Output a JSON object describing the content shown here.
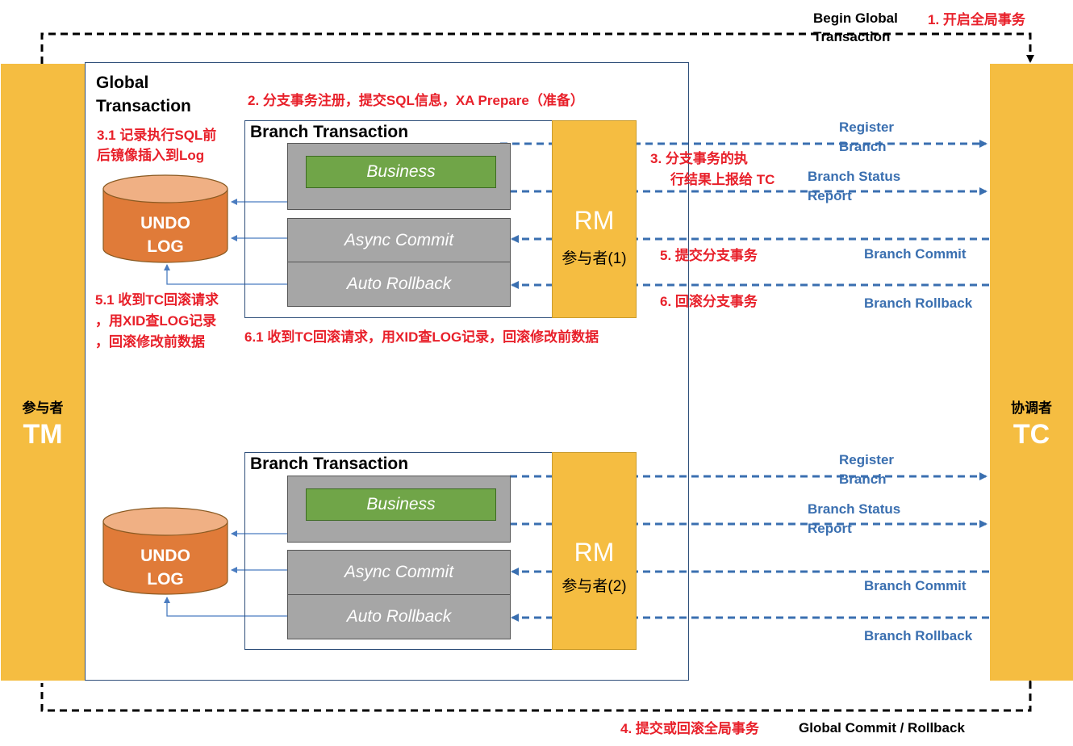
{
  "tm": {
    "sub": "参与者",
    "big": "TM"
  },
  "tc": {
    "sub": "协调者",
    "big": "TC"
  },
  "global_transaction": {
    "title_line1": "Global",
    "title_line2": "Transaction"
  },
  "top_flow": {
    "begin_line1": "Begin Global",
    "begin_line2": "Transaction",
    "step1": "1. 开启全局事务"
  },
  "bottom_flow": {
    "step4": "4. 提交或回滚全局事务",
    "label": "Global Commit / Rollback"
  },
  "annotations": {
    "step2": "2. 分支事务注册，提交SQL信息，XA Prepare（准备）",
    "step3_1_line1": "3.1 记录执行SQL前",
    "step3_1_line2": "后镜像插入到Log",
    "step3_line1": "3. 分支事务的执",
    "step3_line2": "行结果上报给 TC",
    "step5": "5. 提交分支事务",
    "step6": "6. 回滚分支事务",
    "step5_1_line1": "5.1 收到TC回滚请求",
    "step5_1_line2": "，用XID查LOG记录",
    "step5_1_line3": "，回滚修改前数据",
    "step6_1": "6.1 收到TC回滚请求，用XID查LOG记录，回滚修改前数据"
  },
  "branches": [
    {
      "title": "Branch Transaction",
      "business": "Business",
      "async_commit": "Async Commit",
      "auto_rollback": "Auto Rollback",
      "undo_line1": "UNDO",
      "undo_line2": "LOG",
      "rm_big": "RM",
      "rm_sub": "参与者(1)",
      "register_line1": "Register",
      "register_line2": "Branch",
      "status_line1": "Branch Status",
      "status_line2": "Report",
      "commit": "Branch Commit",
      "rollback": "Branch Rollback"
    },
    {
      "title": "Branch Transaction",
      "business": "Business",
      "async_commit": "Async Commit",
      "auto_rollback": "Auto Rollback",
      "undo_line1": "UNDO",
      "undo_line2": "LOG",
      "rm_big": "RM",
      "rm_sub": "参与者(2)",
      "register_line1": "Register",
      "register_line2": "Branch",
      "status_line1": "Branch Status",
      "status_line2": "Report",
      "commit": "Branch Commit",
      "rollback": "Branch Rollback"
    }
  ],
  "colors": {
    "yellow": "#f5bd41",
    "orange": "#e07b39",
    "green": "#70a548",
    "gray": "#a6a6a6",
    "red_text": "#e8202a",
    "blue_arrow": "#3a6fb0"
  }
}
